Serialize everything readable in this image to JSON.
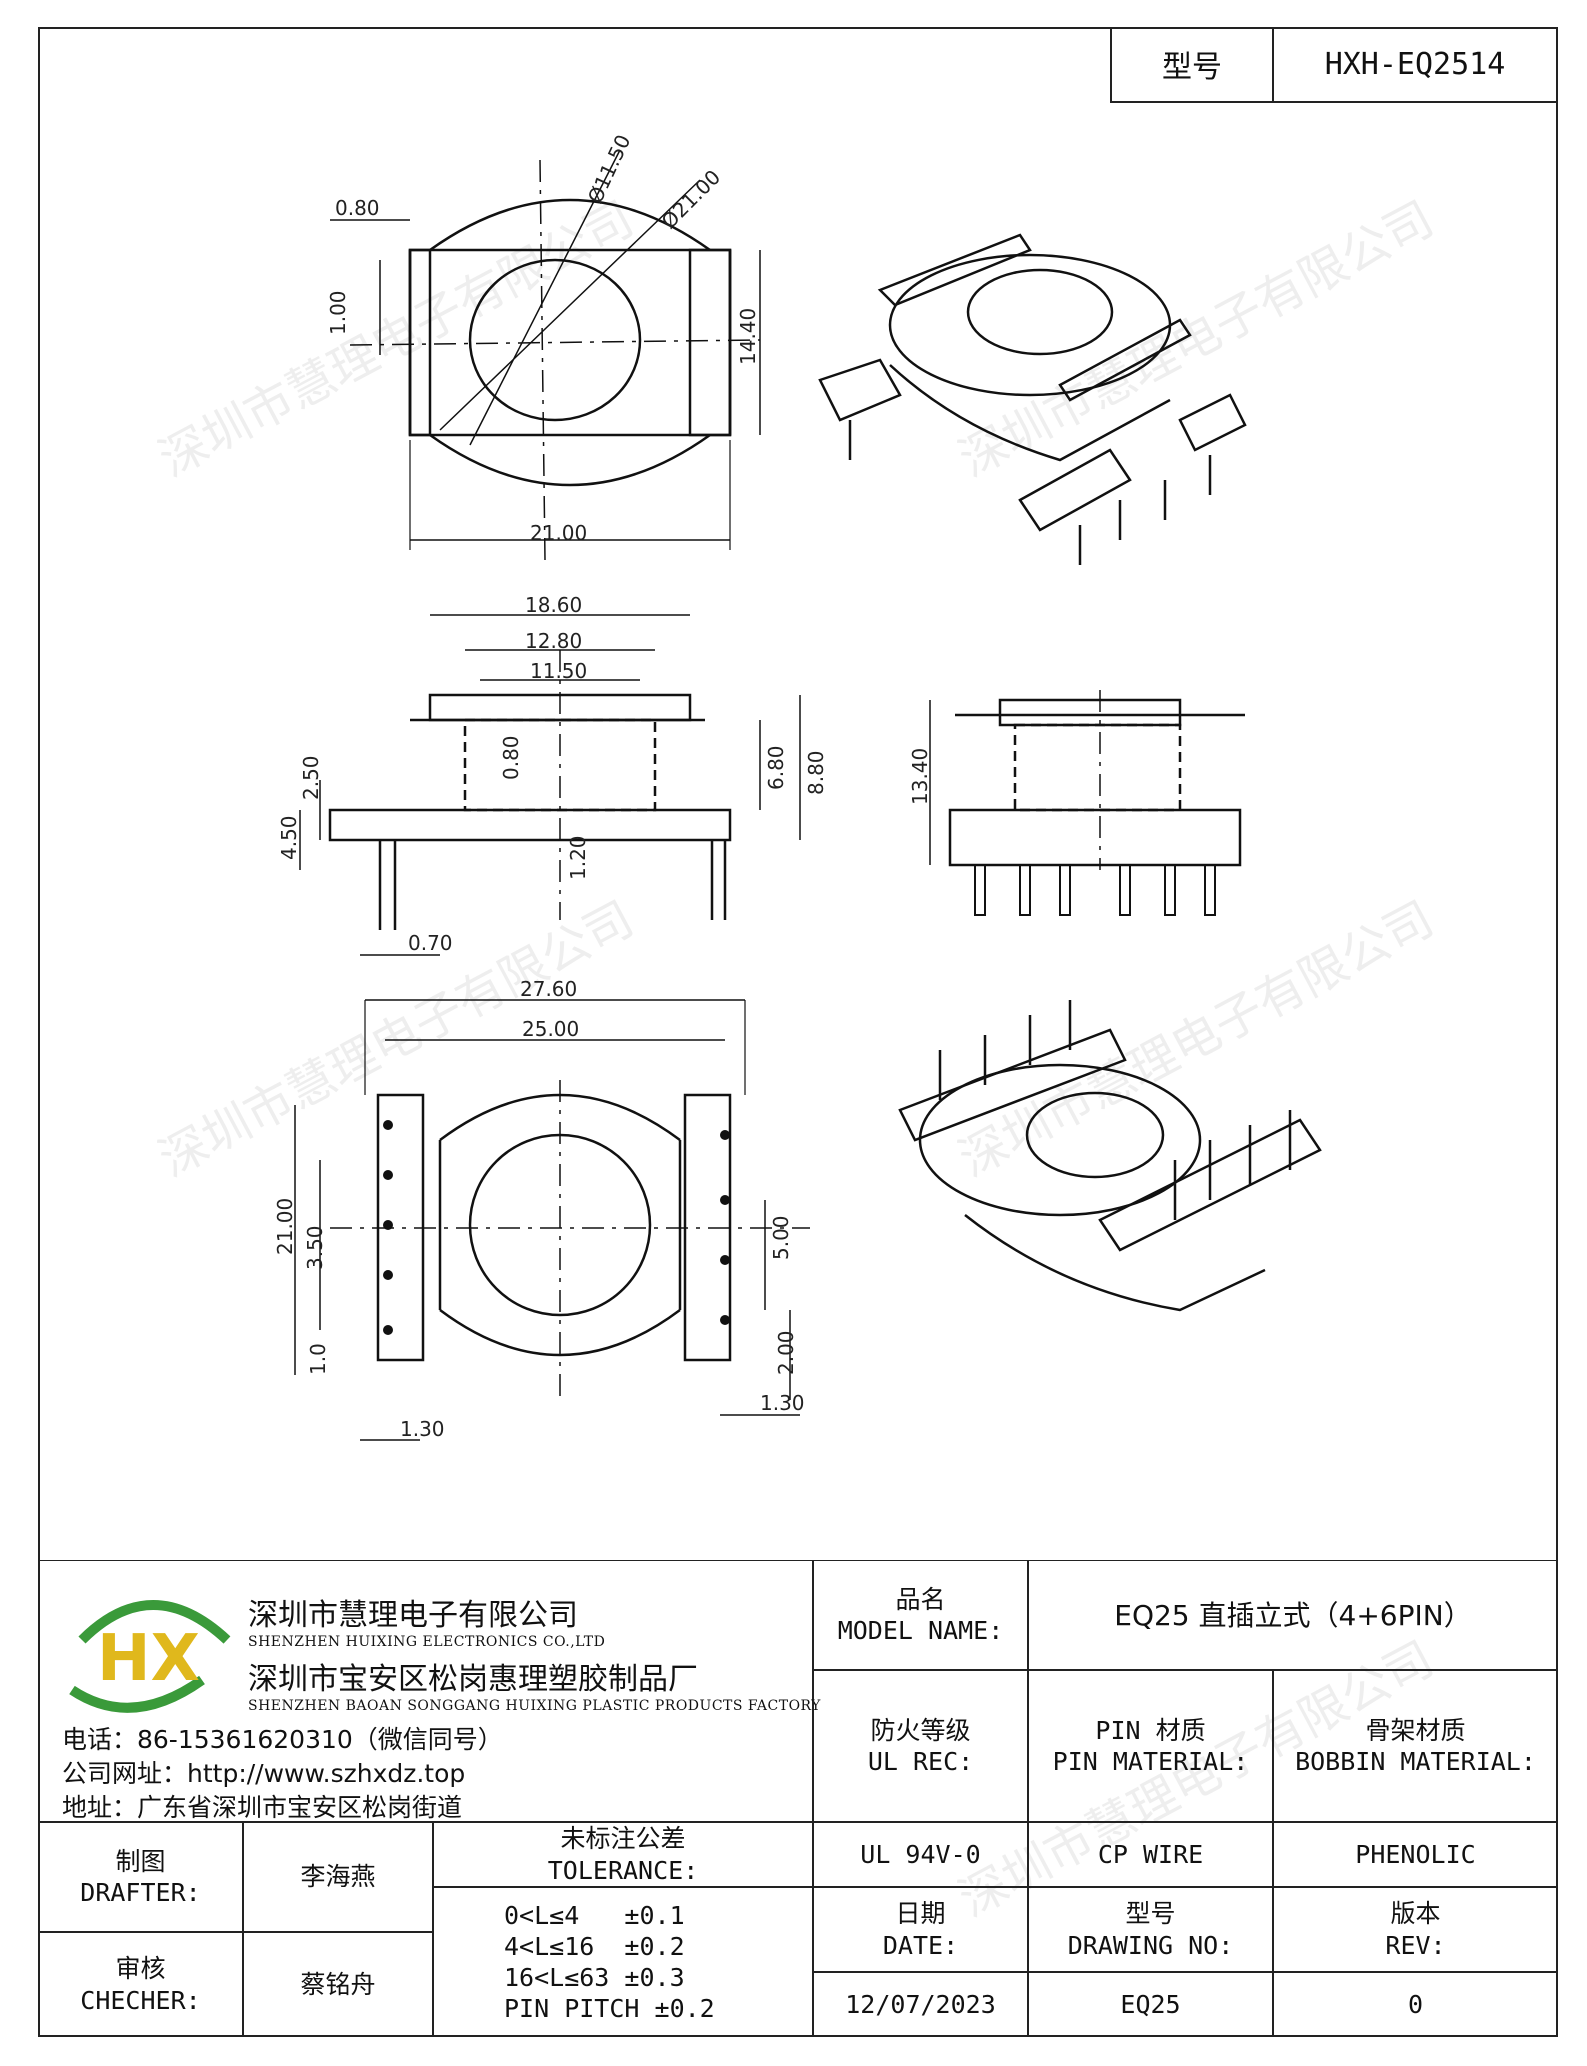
{
  "header": {
    "model_label": "型号",
    "model_value": "HXH-EQ2514"
  },
  "dimensions": {
    "d080": "0.80",
    "d100": "1.00",
    "d1150": "Ø11.50",
    "d2100": "Ø21.00",
    "d1440": "14.40",
    "w2100": "21.00",
    "d1860": "18.60",
    "d1280": "12.80",
    "d1150b": "11.50",
    "d250": "2.50",
    "d450": "4.50",
    "d080b": "0.80",
    "d680": "6.80",
    "d880": "8.80",
    "d120": "1.20",
    "d070": "0.70",
    "d1340": "13.40",
    "d2760": "27.60",
    "d2500": "25.00",
    "d2100b": "21.00",
    "d350": "3.50",
    "d10": "1.0",
    "d130a": "1.30",
    "d500": "5.00",
    "d200": "2.00",
    "d130b": "1.30"
  },
  "watermark": "深圳市慧理电子有限公司",
  "title_block": {
    "logo_text": "HX",
    "company_cn_1": "深圳市慧理电子有限公司",
    "company_en_1": "SHENZHEN HUIXING ELECTRONICS CO.,LTD",
    "company_cn_2": "深圳市宝安区松岗惠理塑胶制品厂",
    "company_en_2": "SHENZHEN BAOAN SONGGANG HUIXING PLASTIC PRODUCTS FACTORY",
    "phone": "电话：86-15361620310（微信同号）",
    "website": "公司网址：http://www.szhxdz.top",
    "address": "地址：广东省深圳市宝安区松岗街道",
    "model_name_label_cn": "品名",
    "model_name_label_en": "MODEL NAME:",
    "model_name_value": "EQ25 直插立式（4+6PIN）",
    "ul_label_cn": "防火等级",
    "ul_label_en": "UL REC:",
    "pin_label_cn": "PIN 材质",
    "pin_label_en": "PIN MATERIAL:",
    "bobbin_label_cn": "骨架材质",
    "bobbin_label_en": "BOBBIN MATERIAL:",
    "ul_value": "UL 94V-0",
    "pin_value": "CP WIRE",
    "bobbin_value": "PHENOLIC",
    "drafter_label_cn": "制图",
    "drafter_label_en": "DRAFTER:",
    "drafter_name": "李海燕",
    "checker_label_cn": "审核",
    "checker_label_en": "CHECHER:",
    "checker_name": "蔡铭舟",
    "tolerance_label_cn": "未标注公差",
    "tolerance_label_en": "TOLERANCE:",
    "tol_1": "0<L≤4   ±0.1",
    "tol_2": "4<L≤16  ±0.2",
    "tol_3": "16<L≤63 ±0.3",
    "tol_4": "PIN PITCH ±0.2",
    "date_label_cn": "日期",
    "date_label_en": "DATE:",
    "date_value": "12/07/2023",
    "drawing_label_cn": "型号",
    "drawing_label_en": "DRAWING NO:",
    "drawing_value": "EQ25",
    "rev_label_cn": "版本",
    "rev_label_en": "REV:",
    "rev_value": "0"
  }
}
